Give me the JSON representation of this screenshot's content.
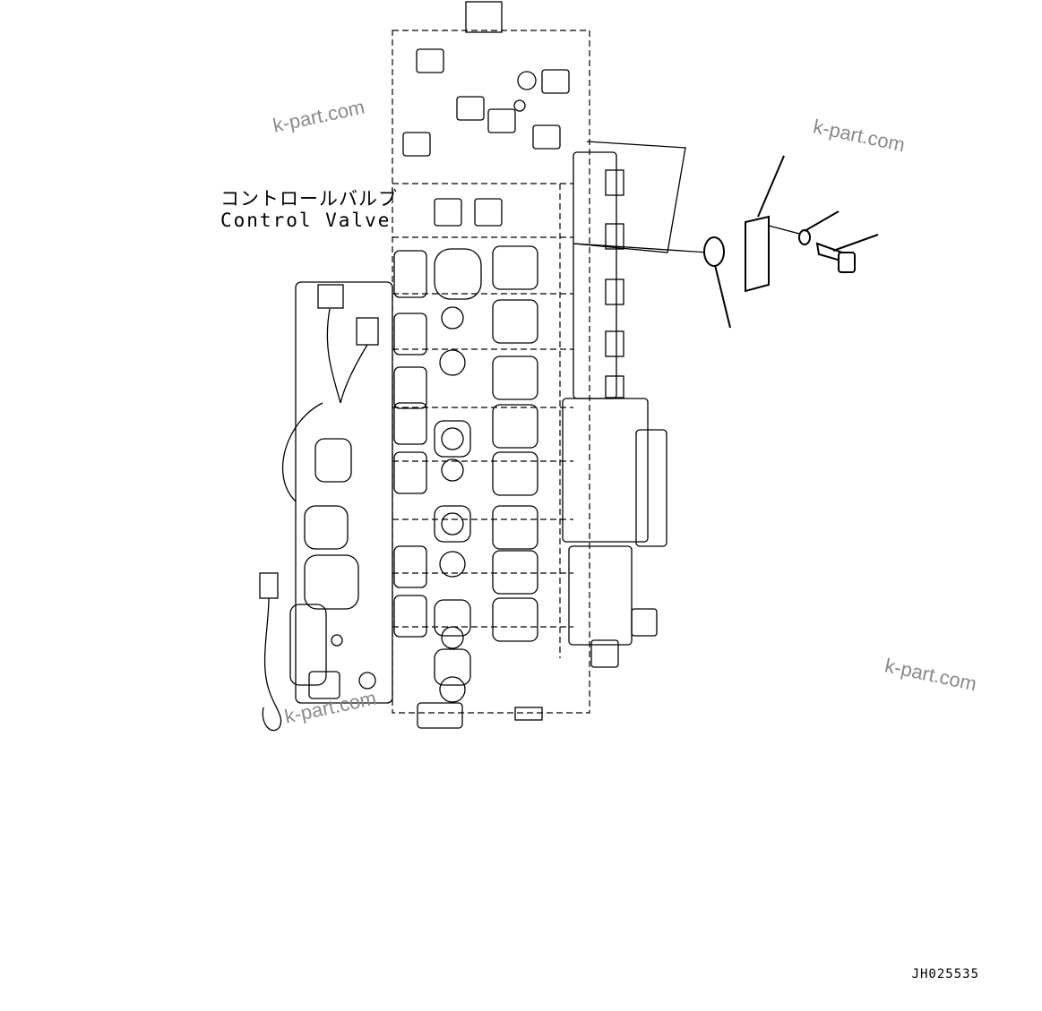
{
  "labels": {
    "part_name_jp": "コントロールバルブ",
    "part_name_en": "Control Valve",
    "drawing_code": "JH025535"
  },
  "watermarks": [
    "k-part.com",
    "k-part.com",
    "k-part.com",
    "k-part.com"
  ]
}
